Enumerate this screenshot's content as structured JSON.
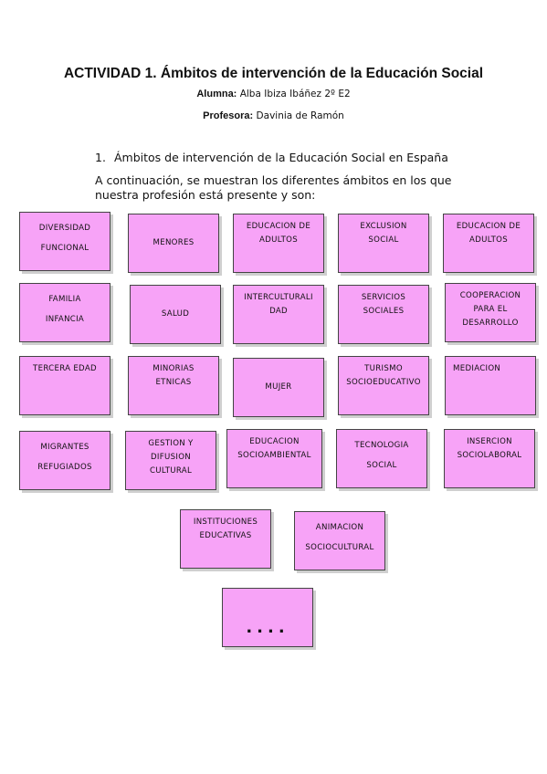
{
  "title": "ACTIVIDAD 1. Ámbitos de intervención de la Educación Social",
  "student_label": "Alumna:",
  "student_value": "Alba Ibiza Ibáñez 2º E2",
  "teacher_label": "Profesora:",
  "teacher_value": "Davinia de Ramón",
  "section_number": "1.",
  "section_title": "Ámbitos de intervención de la Educación Social en España",
  "intro_text": "A continuación, se muestran los diferentes ámbitos en los que nuestra profesión está presente y son:",
  "boxes": [
    "DIVERSIDAD\nFUNCIONAL",
    "MENORES",
    "EDUCACION DE\nADULTOS",
    "EXCLUSION\nSOCIAL",
    "EDUCACION DE\nADULTOS",
    "FAMILIA\nINFANCIA",
    "SALUD",
    "INTERCULTURALI\nDAD",
    "SERVICIOS\nSOCIALES",
    "COOPERACION\nPARA EL\nDESARROLLO",
    "TERCERA EDAD",
    "MINORIAS\nETNICAS",
    "MUJER",
    "TURISMO\nSOCIOEDUCATIVO",
    "MEDIACION",
    "MIGRANTES\nREFUGIADOS",
    "GESTION Y\nDIFUSION\nCULTURAL",
    "EDUCACION\nSOCIOAMBIENTAL",
    "TECNOLOGIA\nSOCIAL",
    "INSERCION\nSOCIOLABORAL",
    "INSTITUCIONES\nEDUCATIVAS",
    "ANIMACION\nSOCIOCULTURAL",
    "...."
  ]
}
